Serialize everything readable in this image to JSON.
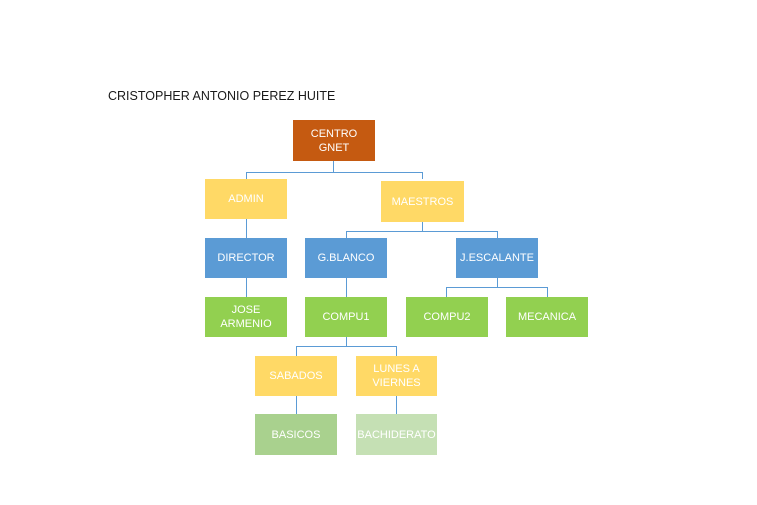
{
  "document": {
    "author": "CRISTOPHER ANTONIO PEREZ HUITE"
  },
  "colors": {
    "orange": "#c55a11",
    "yellow": "#ffd966",
    "blue": "#5b9bd5",
    "green": "#92d050",
    "sage": "#a9d18e",
    "pale_green": "#c5e0b4",
    "connector": "#5b9bd5"
  },
  "org_chart": {
    "nodes": {
      "centro": "CENTRO GNET",
      "admin": "ADMIN",
      "maestros": "MAESTROS",
      "director": "DIRECTOR",
      "gblanco": "G.BLANCO",
      "jescalante": "J.ESCALANTE",
      "jose": "JOSE ARMENIO",
      "compu1": "COMPU1",
      "compu2": "COMPU2",
      "mecanica": "MECANICA",
      "sabados": "SABADOS",
      "lunes": "LUNES A VIERNES",
      "basicos": "BASICOS",
      "bachiderato": "BACHIDERATO"
    },
    "edges": [
      [
        "centro",
        "admin"
      ],
      [
        "centro",
        "maestros"
      ],
      [
        "admin",
        "director"
      ],
      [
        "director",
        "jose"
      ],
      [
        "maestros",
        "gblanco"
      ],
      [
        "maestros",
        "jescalante"
      ],
      [
        "gblanco",
        "compu1"
      ],
      [
        "jescalante",
        "compu2"
      ],
      [
        "jescalante",
        "mecanica"
      ],
      [
        "compu1",
        "sabados"
      ],
      [
        "compu1",
        "lunes"
      ],
      [
        "sabados",
        "basicos"
      ],
      [
        "lunes",
        "bachiderato"
      ]
    ]
  }
}
